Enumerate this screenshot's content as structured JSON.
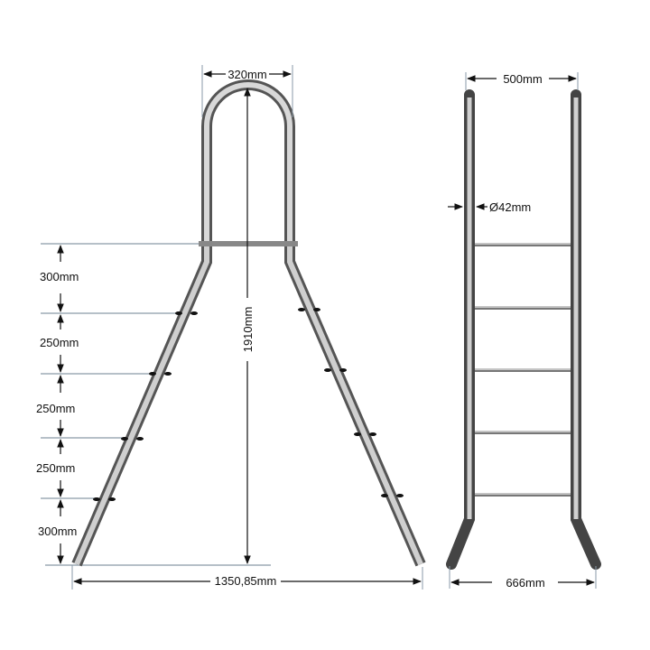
{
  "diagram": {
    "type": "technical-drawing",
    "subject": "pool ladder",
    "views": [
      {
        "name": "side-view",
        "dimensions": {
          "top_width": "320mm",
          "total_height": "1910mm",
          "base_width": "1350,85mm",
          "step_spacing": [
            "300mm",
            "250mm",
            "250mm",
            "250mm",
            "300mm"
          ]
        }
      },
      {
        "name": "front-view",
        "dimensions": {
          "top_width": "500mm",
          "tube_diameter": "Ø42mm",
          "base_width": "666mm"
        }
      }
    ],
    "colors": {
      "tube_dark": "#3a3a3a",
      "tube_light": "#e6e6e6",
      "dimension_line": "#7a8a99",
      "arrow": "#111111"
    }
  }
}
